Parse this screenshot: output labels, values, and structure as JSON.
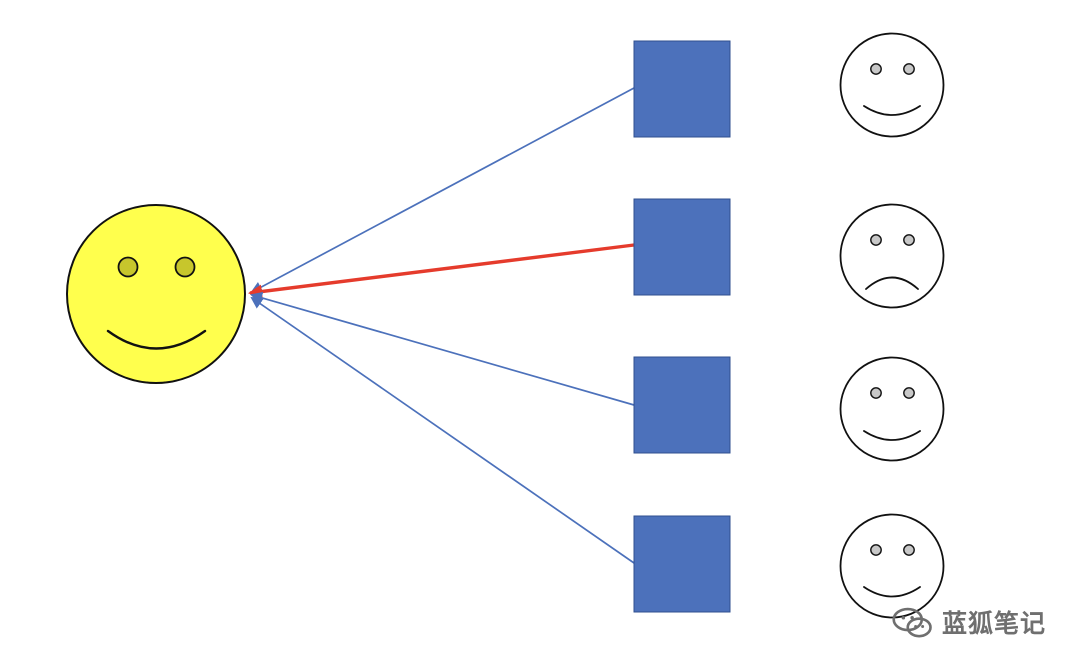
{
  "diagram": {
    "central_face": {
      "expression": "smile",
      "fill": "#ffff4d",
      "eye_fill": "#c7c62c",
      "stroke": "#111111"
    },
    "blue_box_fill": "#4c71bb",
    "blue_box_stroke": "#2f4f8f",
    "arrow_color_default": "#4c71bb",
    "arrow_color_highlight": "#e53b2c",
    "small_face_fill": "#ffffff",
    "small_face_stroke": "#111111",
    "small_face_eye_fill": "#c8c8c8",
    "rows": [
      {
        "box_icon": "square",
        "face_expression": "smile",
        "arrow_state": "normal"
      },
      {
        "box_icon": "square",
        "face_expression": "frown",
        "arrow_state": "highlighted"
      },
      {
        "box_icon": "square",
        "face_expression": "smile",
        "arrow_state": "normal"
      },
      {
        "box_icon": "square",
        "face_expression": "smile",
        "arrow_state": "normal"
      }
    ]
  },
  "watermark": {
    "text": "蓝狐笔记",
    "icon": "wechat-icon"
  }
}
